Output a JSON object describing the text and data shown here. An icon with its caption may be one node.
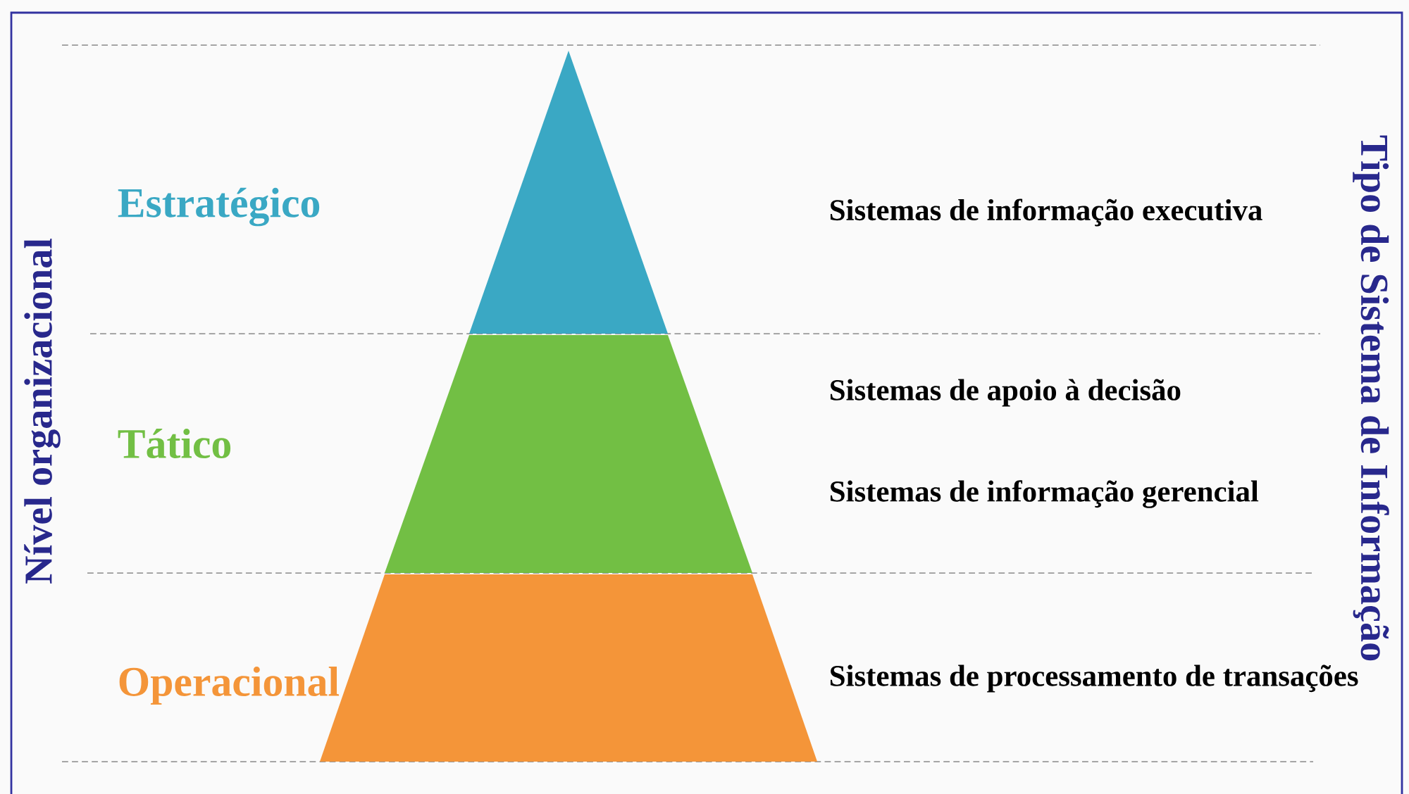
{
  "diagram": {
    "nodes": [
      {
        "text": [],
        "shape": "triangle",
        "beside": [
          "Estratégico"
        ]
      },
      {
        "text": [],
        "shape": "trapezoid",
        "beside": [
          "Tático"
        ]
      },
      {
        "text": [],
        "shape": "trapezoid",
        "beside": [
          "Operacional"
        ]
      }
    ],
    "labels": [
      "Nível organizacional",
      "Sistemas de informação executiva",
      "Sistemas de apoio à decisão",
      "Sistemas de informação gerencial",
      "Sistemas de processamento de transações",
      "Tipo de Sistema de Informação"
    ]
  }
}
